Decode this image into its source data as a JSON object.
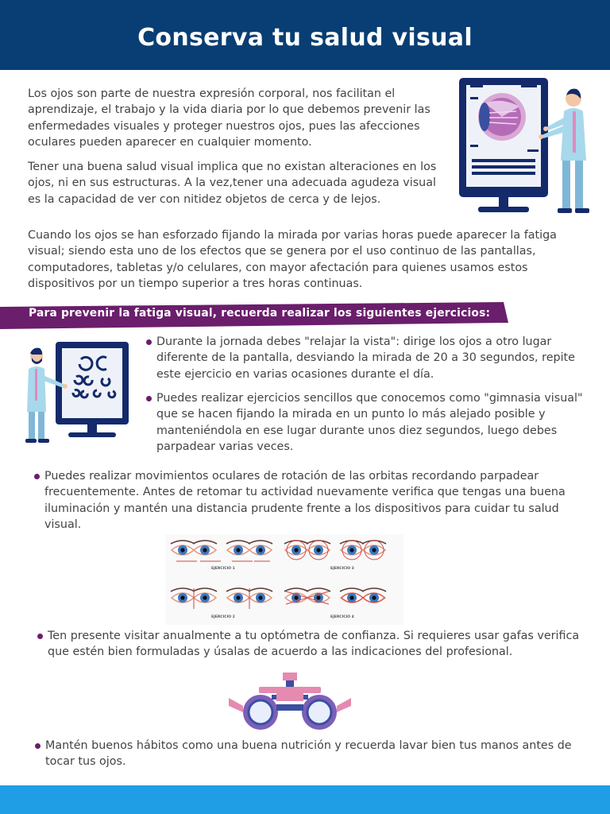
{
  "header": {
    "title": "Conserva tu salud visual"
  },
  "intro": {
    "paragraph1": "Los ojos son parte de nuestra expresión corporal, nos facilitan el aprendizaje, el trabajo y la vida diaria por lo que debemos prevenir las enfermedades visuales y proteger nuestros ojos, pues las afecciones oculares pueden aparecer en cualquier momento.",
    "paragraph2": "Tener una buena salud visual implica que no existan alteraciones en los ojos, ni en sus estructuras. A la vez,tener una adecuada agudeza visual es la capacidad de ver con nitidez objetos de cerca y de lejos.",
    "paragraph3": "Cuando los ojos se han esforzado fijando la mirada por varias horas puede aparecer la fatiga visual; siendo esta uno de los efectos que se genera por el uso continuo de las pantallas, computadores, tabletas y/o celulares, con mayor afectación para quienes usamos estos dispositivos por un tiempo superior a tres horas continuas."
  },
  "banner": {
    "text": "Para prevenir la fatiga visual, recuerda realizar los siguientes ejercicios:"
  },
  "tips": [
    "Durante la jornada debes \"relajar la vista\": dirige los ojos a otro lugar diferente de la pantalla, desviando la mirada de 20 a 30 segundos, repite este ejercicio en varias ocasiones durante el día.",
    "Puedes realizar ejercicios sencillos que conocemos como \"gimnasia visual\" que se hacen fijando la mirada en un punto lo más alejado posible y manteniéndola en ese lugar durante unos diez segundos, luego debes parpadear varias veces.",
    "Puedes realizar movimientos oculares de rotación de las orbitas recordando parpadear frecuentemente. Antes de retomar tu actividad nuevamente verifica que tengas una buena iluminación y mantén una distancia prudente frente a los dispositivos para cuidar tu salud visual.",
    "Ten presente visitar anualmente a tu optómetra de confianza. Si requieres usar gafas verifica que estén bien formuladas y úsalas de acuerdo a las indicaciones del profesional.",
    "Mantén  buenos hábitos como una buena nutrición y recuerda lavar bien tus manos antes de tocar tus ojos."
  ],
  "exercises": {
    "labels": [
      "EJERCICIO 1",
      "EJERCICIO 3",
      "EJERCICIO 2",
      "EJERCICIO 4"
    ]
  },
  "colors": {
    "header": "#083e74",
    "banner": "#6a1e6b",
    "bullet": "#6a1e6b",
    "footer": "#1f9ee6",
    "monitor": "#142a6b"
  }
}
